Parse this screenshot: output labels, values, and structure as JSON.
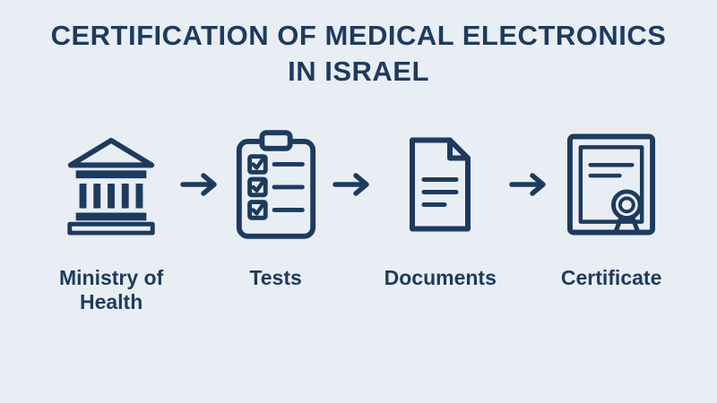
{
  "title": {
    "line1": "CERTIFICATION OF MEDICAL ELECTRONICS",
    "line2": "IN ISRAEL"
  },
  "steps": [
    {
      "label": "Ministry of Health",
      "icon": "government-building-icon"
    },
    {
      "label": "Tests",
      "icon": "clipboard-checklist-icon"
    },
    {
      "label": "Documents",
      "icon": "document-icon"
    },
    {
      "label": "Certificate",
      "icon": "certificate-ribbon-icon"
    }
  ],
  "connector": {
    "icon": "arrow-right-icon"
  },
  "colors": {
    "accent": "#1d3b5e",
    "background": "#e9eef5"
  }
}
